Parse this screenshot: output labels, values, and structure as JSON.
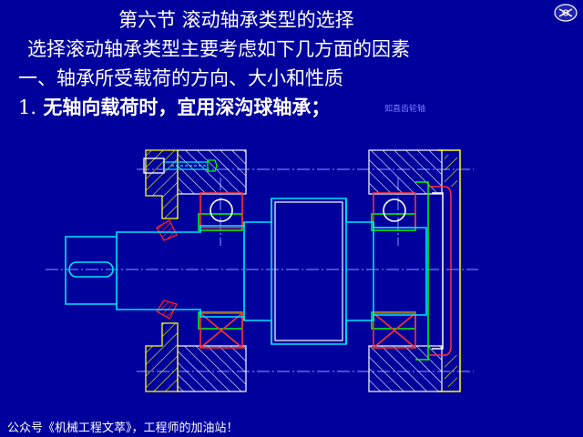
{
  "slide": {
    "title": "第六节  滚动轴承类型的选择",
    "subtitle": "选择滚动轴承类型主要考虑如下几方面的因素",
    "section_1": "一、轴承所受载荷的方向、大小和性质",
    "item_1_number": "1.",
    "item_1_text": "无轴向载荷时，宜用深沟球轴承；",
    "item_1_note": "如直齿轮轴",
    "footer": "公众号《机械工程文萃》，工程师的加油站！"
  },
  "colors": {
    "background": "#00009c",
    "text": "#ffffff",
    "outline": "#ffffff",
    "shaft": "#00e5ff",
    "housing_hatch": "#ffff00",
    "cover": "#00ff00",
    "seal": "#ff2020",
    "bearing_frame": "#ff3030",
    "bolt": "#ffffff",
    "centerline": "#7fa0ff"
  },
  "icons": {
    "corner_logo": "gx-logo-icon"
  }
}
